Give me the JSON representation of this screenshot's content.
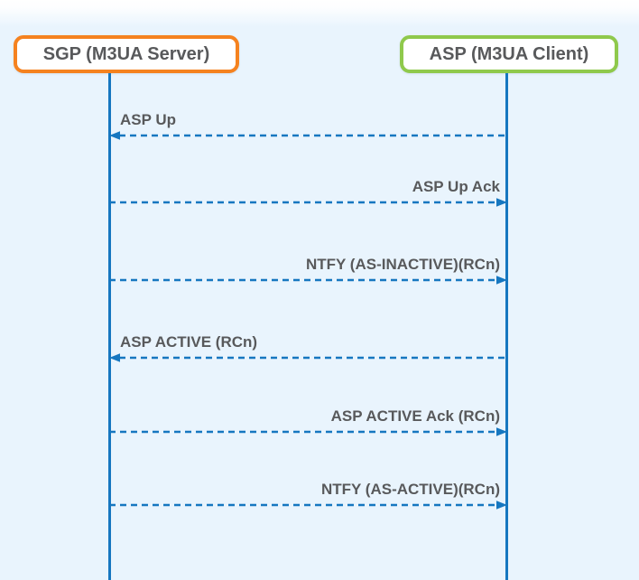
{
  "diagram": {
    "actors": [
      {
        "id": "sgp",
        "label": "SGP (M3UA Server)",
        "accent_color": "#F5821F"
      },
      {
        "id": "asp",
        "label": "ASP (M3UA Client)",
        "accent_color": "#8FC94C"
      }
    ],
    "messages": [
      {
        "label": "ASP Up",
        "from": "asp",
        "to": "sgp",
        "direction": "left",
        "line_style": "dashed"
      },
      {
        "label": "ASP Up Ack",
        "from": "sgp",
        "to": "asp",
        "direction": "right",
        "line_style": "dashed"
      },
      {
        "label": "NTFY (AS-INACTIVE)(RCn)",
        "from": "sgp",
        "to": "asp",
        "direction": "right",
        "line_style": "dashed"
      },
      {
        "label": "ASP ACTIVE (RCn)",
        "from": "asp",
        "to": "sgp",
        "direction": "left",
        "line_style": "dashed"
      },
      {
        "label": "ASP ACTIVE Ack (RCn)",
        "from": "sgp",
        "to": "asp",
        "direction": "right",
        "line_style": "dashed"
      },
      {
        "label": "NTFY (AS-ACTIVE)(RCn)",
        "from": "sgp",
        "to": "asp",
        "direction": "right",
        "line_style": "dashed"
      }
    ]
  },
  "colors": {
    "background": "#E9F4FD",
    "lifeline_arrow_blue": "#1677C0",
    "label_text_gray": "#58595B",
    "actor_box_background": "#FFFFFF",
    "sgp_border_orange": "#F5821F",
    "asp_border_green": "#8FC94C"
  }
}
